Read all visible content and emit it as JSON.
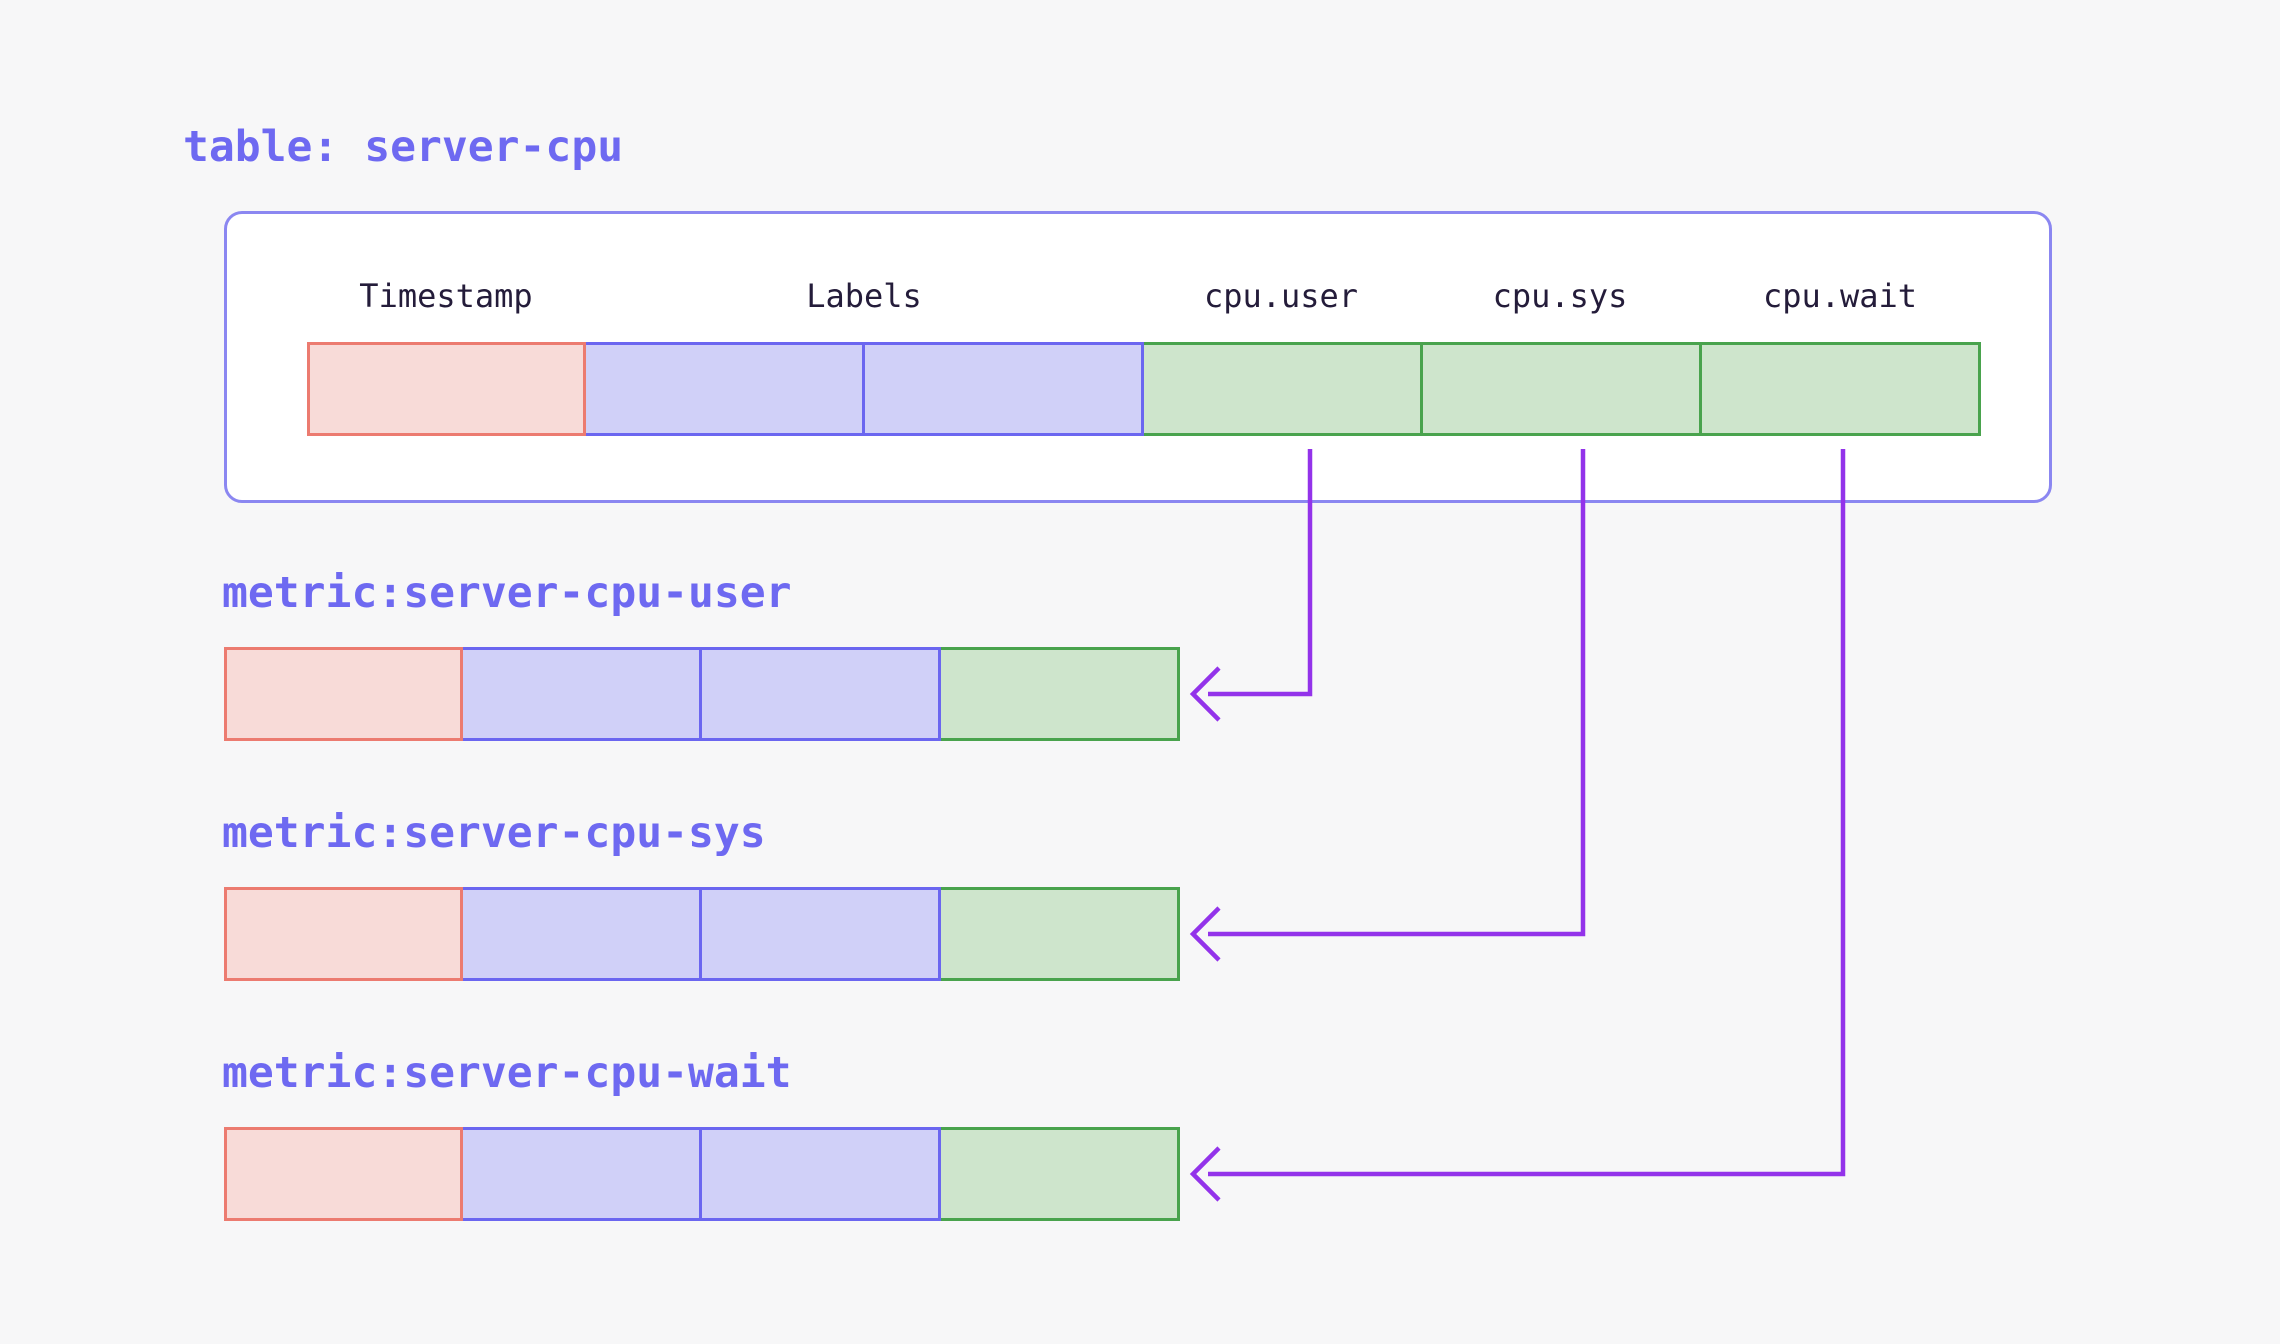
{
  "palette": {
    "bg": "#f7f7f8",
    "panel-bg": "#ffffff",
    "panel-border": "#8b87f1",
    "accent-text": "#6e69f1",
    "header-text": "#241c3a",
    "cell-red-fill": "#f8dbd8",
    "cell-red-border": "#ec7b70",
    "cell-blue-fill": "#d0d0f8",
    "cell-blue-border": "#6b66f0",
    "cell-green-fill": "#cee5cc",
    "cell-green-border": "#49a34d",
    "arrow": "#9333ea"
  },
  "table": {
    "title": "table: server-cpu",
    "columns": [
      {
        "header": "Timestamp",
        "kind": "timestamp"
      },
      {
        "header": "Labels",
        "kind": "labels"
      },
      {
        "header": "cpu.user",
        "kind": "field"
      },
      {
        "header": "cpu.sys",
        "kind": "field"
      },
      {
        "header": "cpu.wait",
        "kind": "field"
      }
    ],
    "row_cells": [
      "timestamp",
      "label",
      "label",
      "field",
      "field",
      "field"
    ]
  },
  "metrics": [
    {
      "label": "metric:server-cpu-user",
      "cells": [
        "timestamp",
        "label",
        "label",
        "field"
      ]
    },
    {
      "label": "metric:server-cpu-sys",
      "cells": [
        "timestamp",
        "label",
        "label",
        "field"
      ]
    },
    {
      "label": "metric:server-cpu-wait",
      "cells": [
        "timestamp",
        "label",
        "label",
        "field"
      ]
    }
  ],
  "arrows": [
    {
      "from_column": "cpu.user",
      "to_metric": "metric:server-cpu-user"
    },
    {
      "from_column": "cpu.sys",
      "to_metric": "metric:server-cpu-sys"
    },
    {
      "from_column": "cpu.wait",
      "to_metric": "metric:server-cpu-wait"
    }
  ]
}
